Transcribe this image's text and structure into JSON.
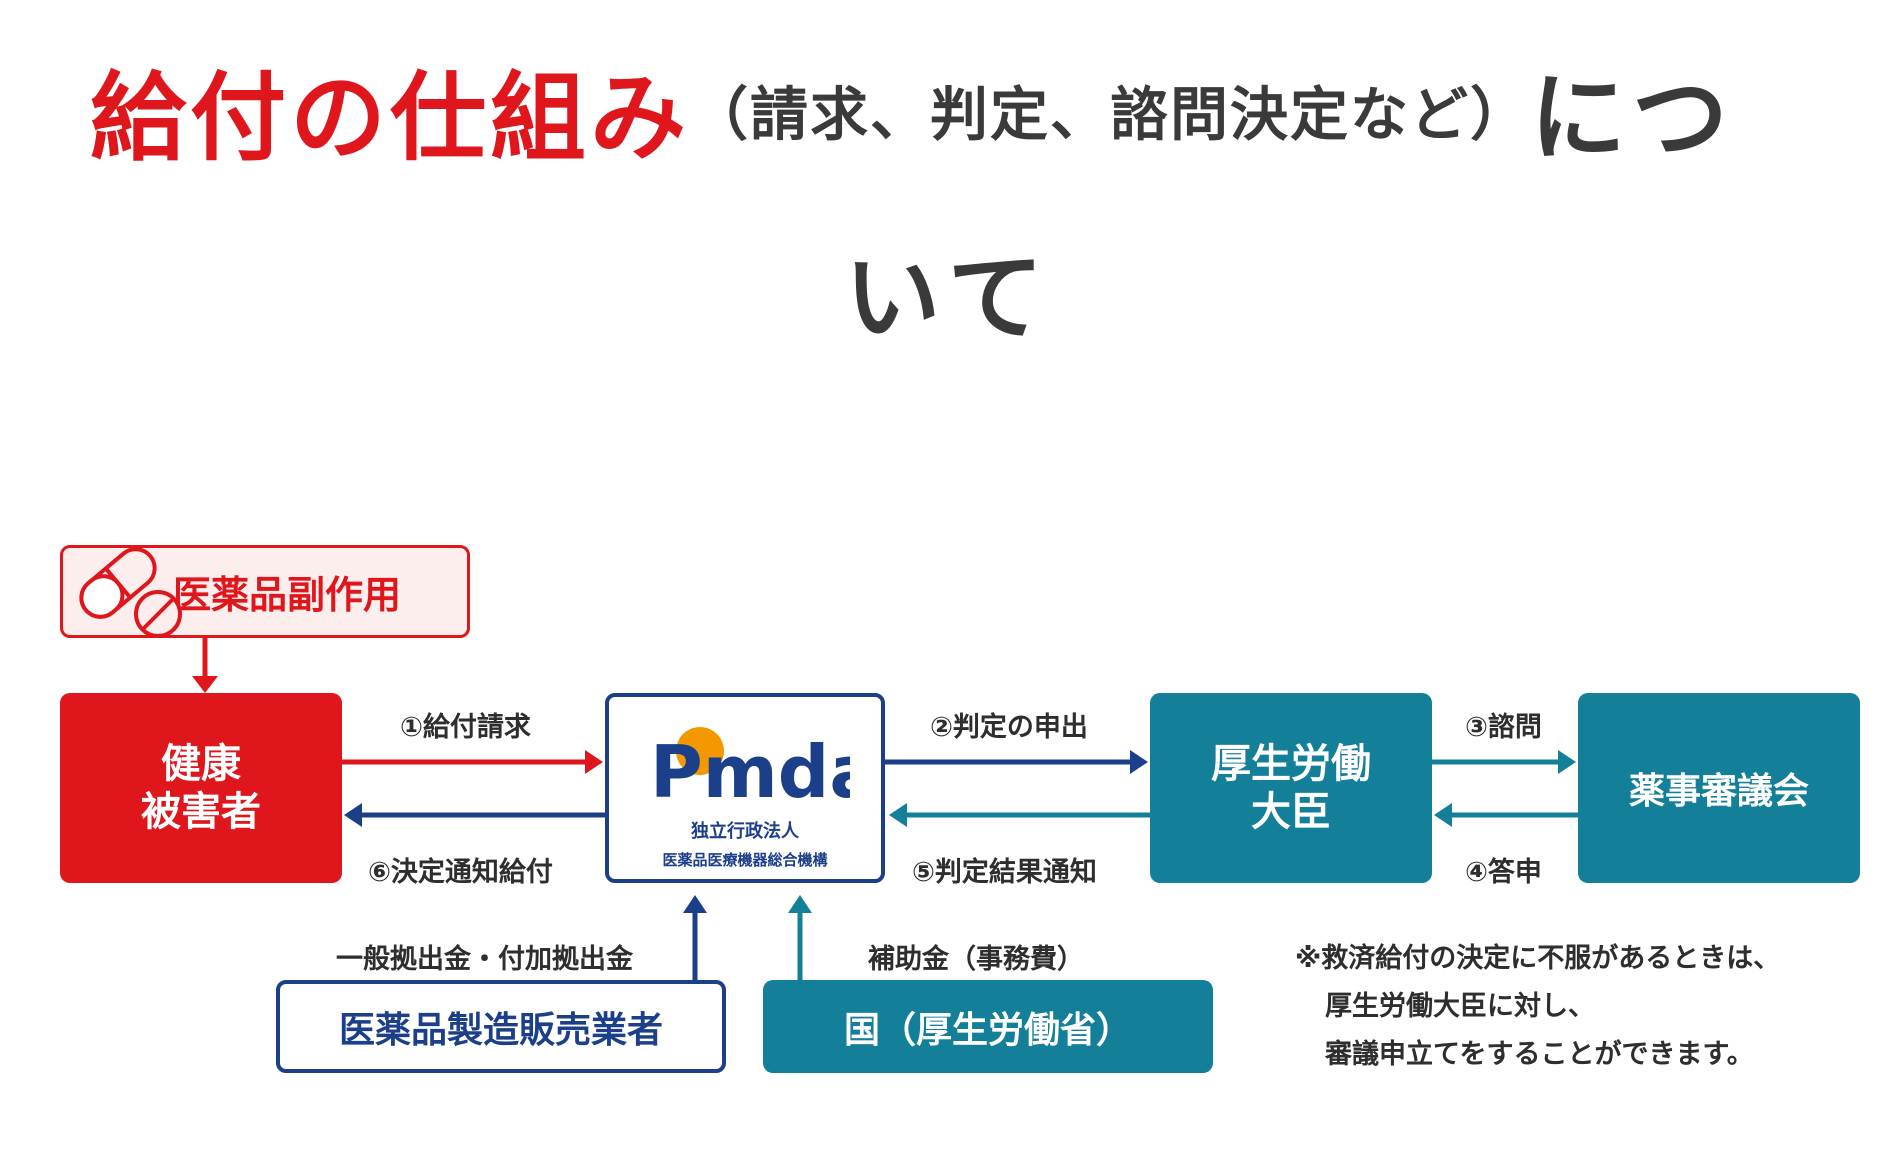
{
  "title": {
    "main": "給付の仕組み",
    "sub": "（請求、判定、諮問決定など）",
    "end_line1": "につ",
    "end_line2": "いて"
  },
  "nodes": {
    "side_effect": "医薬品副作用",
    "victim_line1": "健康",
    "victim_line2": "被害者",
    "pmda_logo": "Pmda",
    "pmda_org1": "独立行政法人",
    "pmda_org2": "医薬品医療機器総合機構",
    "minister_line1": "厚生労働",
    "minister_line2": "大臣",
    "council": "薬事審議会",
    "manufacturer": "医薬品製造販売業者",
    "government": "国（厚生労働省）"
  },
  "labels": {
    "step1": "①給付請求",
    "step2": "②判定の申出",
    "step3": "③諮問",
    "step4": "④答申",
    "step5": "⑤判定結果通知",
    "step6": "⑥決定通知給付",
    "contribution": "一般拠出金・付加拠出金",
    "subsidy": "補助金（事務費）"
  },
  "note": {
    "line1": "※救済給付の決定に不服があるときは、",
    "line2": "厚生労働大臣に対し、",
    "line3": "審議申立てをすることができます。"
  },
  "colors": {
    "red": "#e0161d",
    "navy": "#1c3f8a",
    "teal": "#137f99",
    "pmda_orange": "#f39800"
  }
}
